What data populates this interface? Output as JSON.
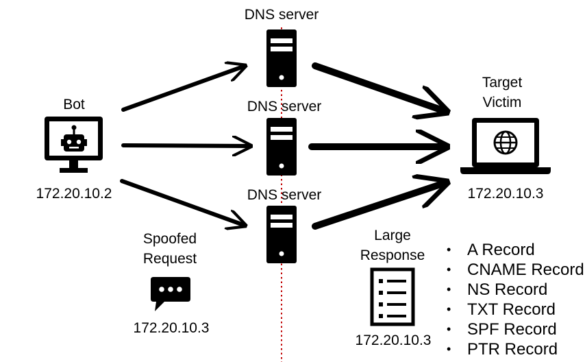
{
  "bot": {
    "title": "Bot",
    "ip": "172.20.10.2"
  },
  "dns_servers": [
    {
      "label": "DNS server"
    },
    {
      "label": "DNS server"
    },
    {
      "label": "DNS server"
    }
  ],
  "target": {
    "title_line1": "Target",
    "title_line2": "Victim",
    "ip": "172.20.10.3"
  },
  "spoofed_request": {
    "line1": "Spoofed",
    "line2": "Request",
    "ip": "172.20.10.3"
  },
  "large_response": {
    "line1": "Large",
    "line2": "Response",
    "ip": "172.20.10.3"
  },
  "record_types": [
    "A Record",
    "CNAME Record",
    "NS Record",
    "TXT Record",
    "SPF Record",
    "PTR Record"
  ],
  "colors": {
    "stroke": "#000000",
    "dotted_line": "#c00000",
    "background": "#ffffff"
  },
  "icons": {
    "bot": "robot-monitor-icon",
    "dns_server": "server-tower-icon",
    "target": "laptop-globe-icon",
    "spoofed_request": "chat-bubble-icon",
    "large_response": "document-list-icon"
  }
}
